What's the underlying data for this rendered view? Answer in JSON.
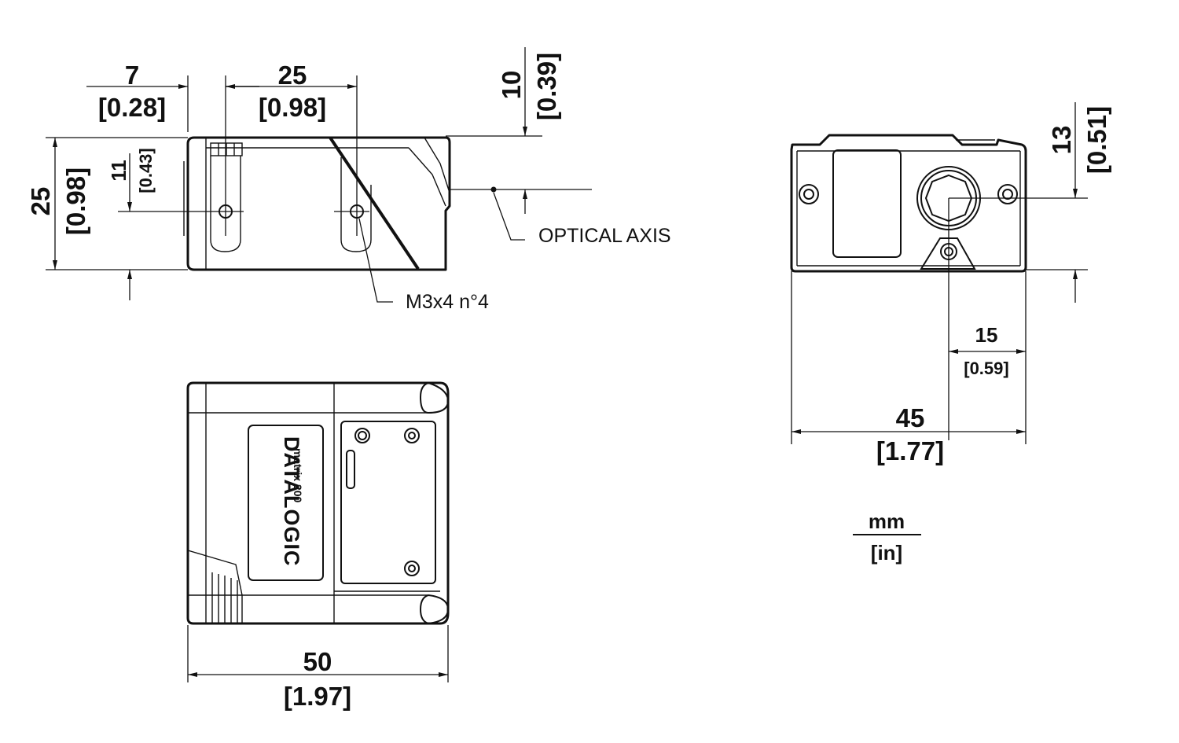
{
  "side_view": {
    "dim_7": {
      "mm": "7",
      "in": "[0.28]"
    },
    "dim_25_top": {
      "mm": "25",
      "in": "[0.98]"
    },
    "dim_10": {
      "mm": "10",
      "in": "[0.39]"
    },
    "dim_25_left": {
      "mm": "25",
      "in": "[0.98]"
    },
    "dim_11": {
      "mm": "11",
      "in": "[0.43]"
    },
    "optical_axis_label": "OPTICAL AXIS",
    "thread_label": "M3x4 n°4"
  },
  "front_view": {
    "dim_13": {
      "mm": "13",
      "in": "[0.51]"
    },
    "dim_15": {
      "mm": "15",
      "in": "[0.59]"
    },
    "dim_45": {
      "mm": "45",
      "in": "[1.77]"
    }
  },
  "top_view": {
    "brand": "DATALOGIC",
    "model": "matrix 200",
    "dim_50": {
      "mm": "50",
      "in": "[1.97]"
    }
  },
  "units": {
    "top": "mm",
    "bottom": "[in]"
  }
}
